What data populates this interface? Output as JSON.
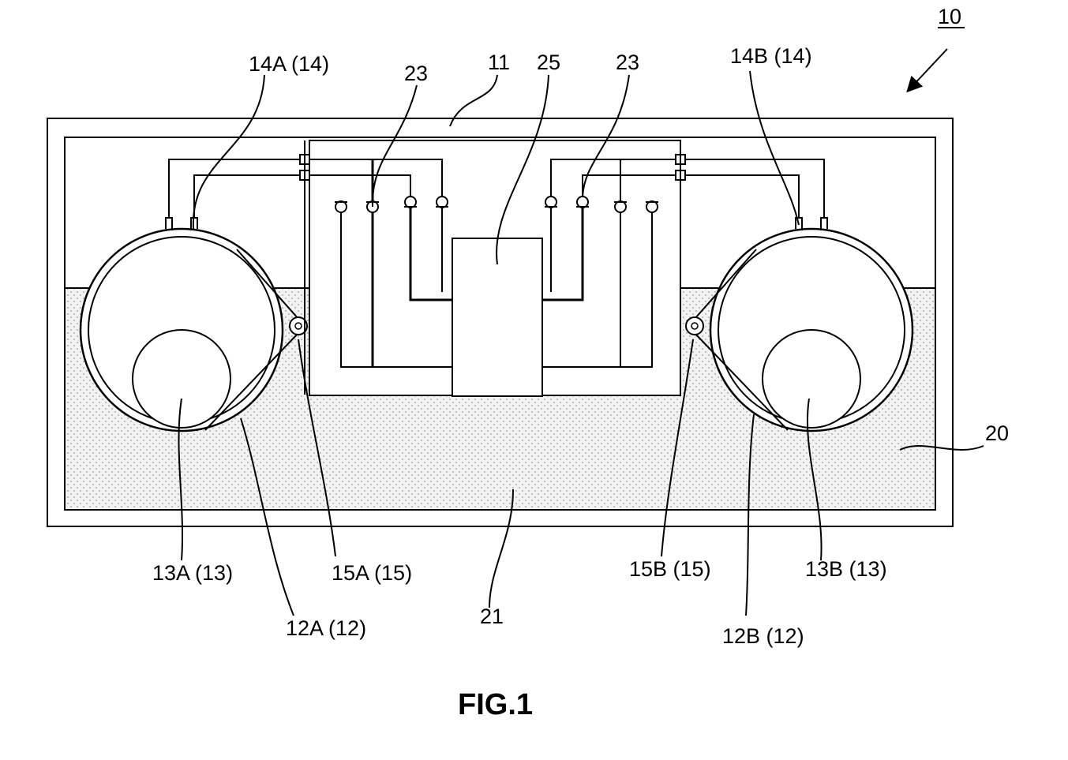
{
  "figure": {
    "ref": "10",
    "caption": "FIG.1"
  },
  "labels": {
    "l14a": "14A (14)",
    "l23a": "23",
    "l11": "11",
    "l25": "25",
    "l23b": "23",
    "l14b": "14B (14)",
    "l20": "20",
    "l13a": "13A (13)",
    "l15a": "15A (15)",
    "l12a": "12A (12)",
    "l21": "21",
    "l15b": "15B (15)",
    "l13b": "13B (13)",
    "l12b": "12B (12)"
  }
}
